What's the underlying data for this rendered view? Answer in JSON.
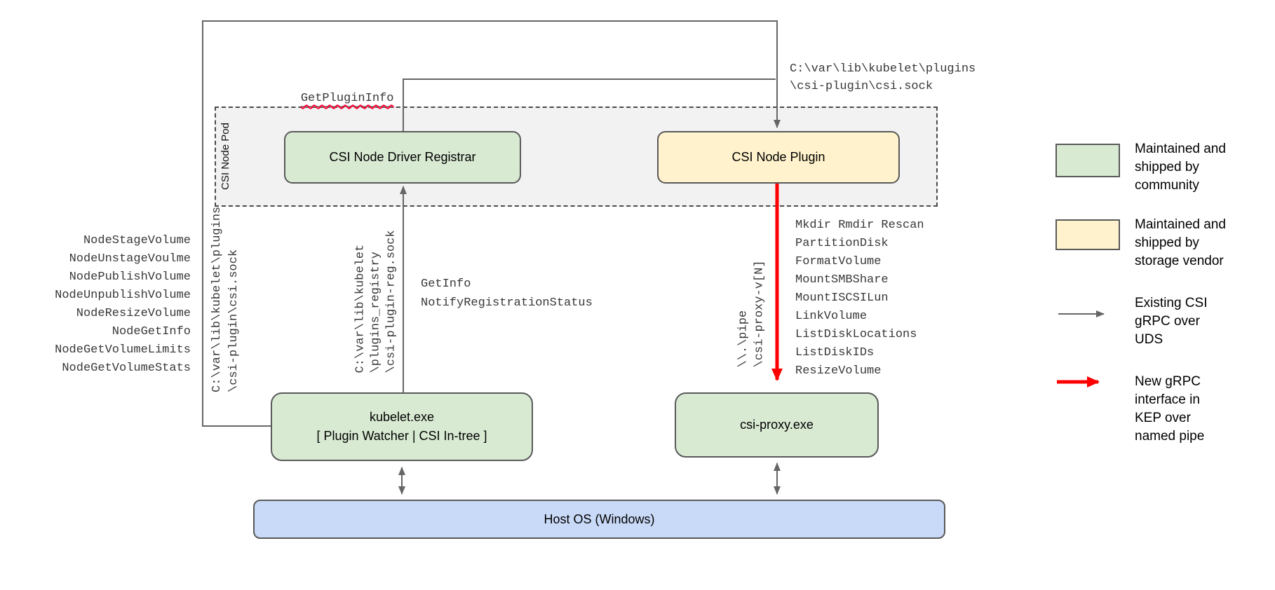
{
  "colors": {
    "community_green": "#d9ead3",
    "vendor_yellow": "#fff2cc",
    "host_blue": "#c9daf8",
    "pod_gray": "#f2f2f2",
    "wire_gray": "#666666",
    "new_interface_red": "#ff0000"
  },
  "pod": {
    "label": "CSI Node Pod"
  },
  "boxes": {
    "registrar": "CSI Node Driver Registrar",
    "plugin": "CSI Node Plugin",
    "kubelet_line1": "kubelet.exe",
    "kubelet_line2": "[ Plugin Watcher | CSI In-tree ]",
    "csi_proxy": "csi-proxy.exe",
    "host_os": "Host OS (Windows)"
  },
  "labels": {
    "get_plugin_info": "GetPluginInfo",
    "node_ops": [
      "NodeStageVolume",
      "NodeUnstageVoulme",
      "NodePublishVolume",
      "NodeUnpublishVolume",
      "NodeResizeVolume",
      "NodeGetInfo",
      "NodeGetVolumeLimits",
      "NodeGetVolumeStats"
    ],
    "plugin_sock": [
      "C:\\var\\lib\\kubelet\\plugins",
      "\\csi-plugin\\csi.sock"
    ],
    "registrar_sock": [
      "C:\\var\\lib\\kubelet",
      "\\plugins_registry",
      "\\csi-plugin-reg.sock"
    ],
    "registrar_calls": [
      "GetInfo",
      "NotifyRegistrationStatus"
    ],
    "pipe_path": [
      "\\\\.\\pipe",
      "\\csi-proxy-v[N]"
    ],
    "proxy_ops": [
      "Mkdir Rmdir Rescan",
      "PartitionDisk",
      "FormatVolume",
      "MountSMBShare",
      "MountISCSILun",
      "LinkVolume",
      "ListDiskLocations",
      "ListDiskIDs",
      "ResizeVolume"
    ]
  },
  "legend": {
    "community": {
      "lines": [
        "Maintained and",
        "shipped by",
        "community"
      ]
    },
    "vendor": {
      "lines": [
        "Maintained and",
        "shipped by",
        "storage vendor"
      ]
    },
    "uds": {
      "lines": [
        "Existing CSI",
        "gRPC over",
        "UDS"
      ]
    },
    "named_pipe": {
      "lines": [
        "New gRPC",
        "interface in",
        "KEP over",
        "named pipe"
      ]
    }
  }
}
